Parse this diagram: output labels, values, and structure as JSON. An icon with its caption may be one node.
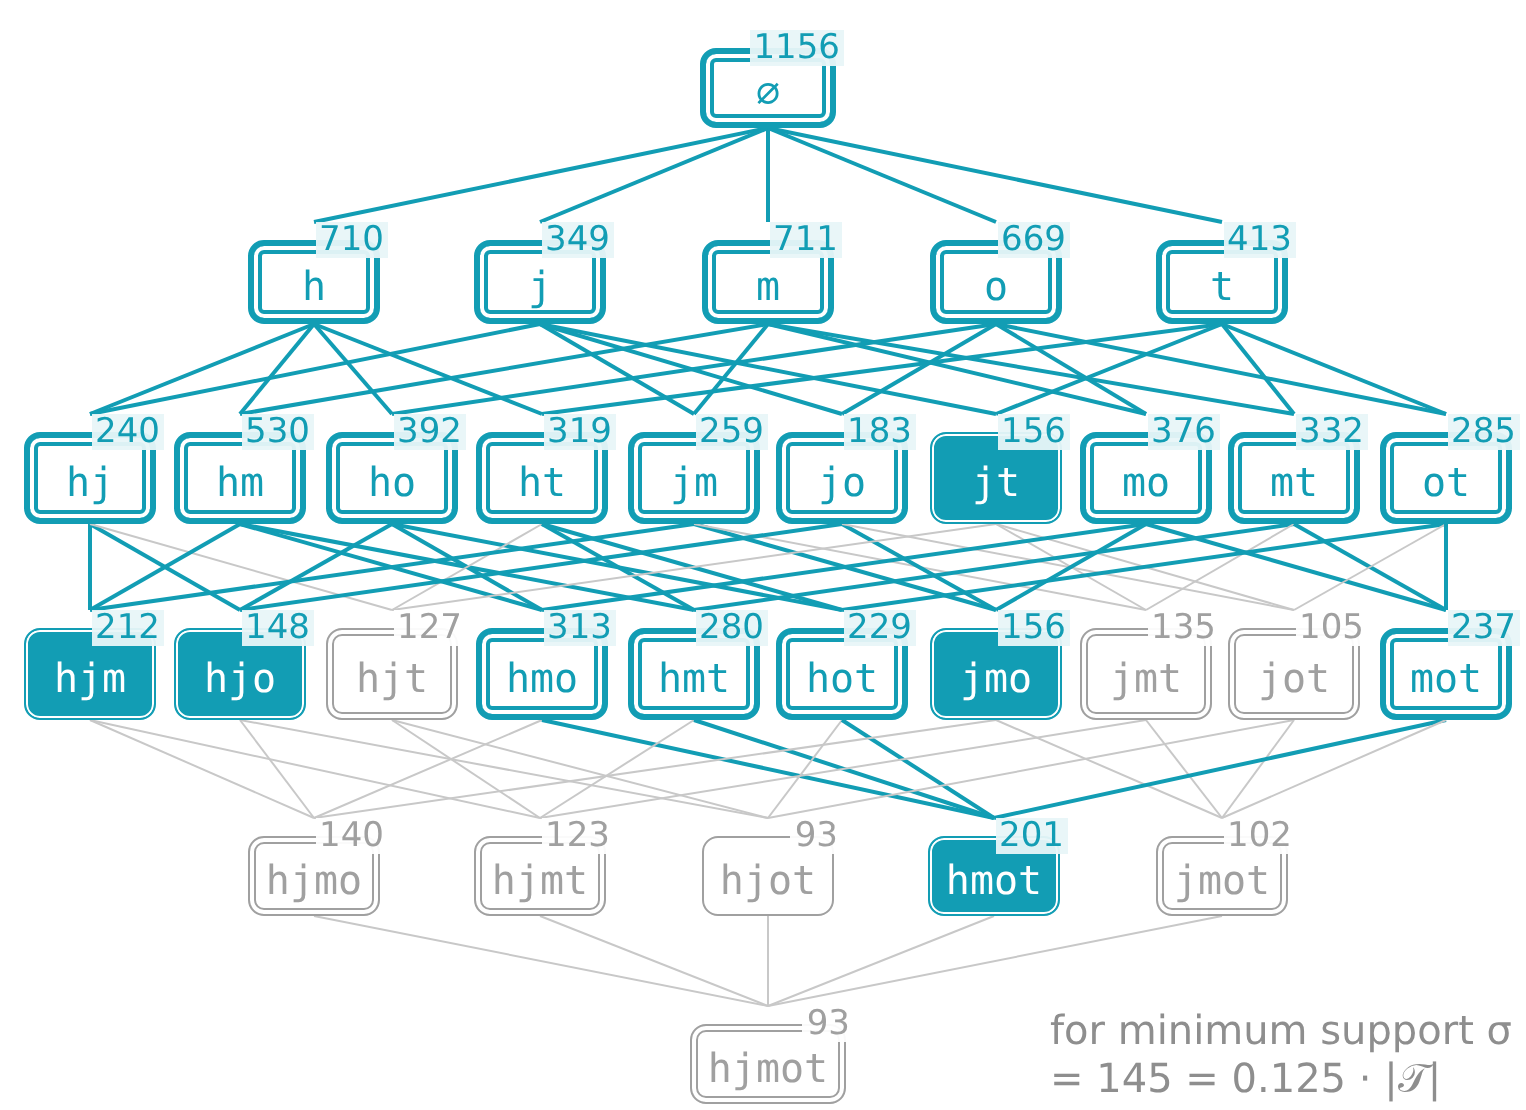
{
  "diagram": {
    "nodes": [
      {
        "text": [
          "1156",
          "∅"
        ]
      },
      {
        "text": [
          "710",
          "h"
        ]
      },
      {
        "text": [
          "349",
          "j"
        ]
      },
      {
        "text": [
          "711",
          "m"
        ]
      },
      {
        "text": [
          "669",
          "o"
        ]
      },
      {
        "text": [
          "413",
          "t"
        ]
      },
      {
        "text": [
          "240",
          "hj"
        ]
      },
      {
        "text": [
          "530",
          "hm"
        ]
      },
      {
        "text": [
          "392",
          "ho"
        ]
      },
      {
        "text": [
          "319",
          "ht"
        ]
      },
      {
        "text": [
          "259",
          "jm"
        ]
      },
      {
        "text": [
          "183",
          "jo"
        ]
      },
      {
        "text": [
          "156",
          "jt"
        ]
      },
      {
        "text": [
          "376",
          "mo"
        ]
      },
      {
        "text": [
          "332",
          "mt"
        ]
      },
      {
        "text": [
          "285",
          "ot"
        ]
      },
      {
        "text": [
          "212",
          "hjm"
        ]
      },
      {
        "text": [
          "148",
          "hjo"
        ]
      },
      {
        "text": [
          "127",
          "hjt"
        ]
      },
      {
        "text": [
          "313",
          "hmo"
        ]
      },
      {
        "text": [
          "280",
          "hmt"
        ]
      },
      {
        "text": [
          "229",
          "hot"
        ]
      },
      {
        "text": [
          "156",
          "jmo"
        ]
      },
      {
        "text": [
          "135",
          "jmt"
        ]
      },
      {
        "text": [
          "105",
          "jot"
        ]
      },
      {
        "text": [
          "237",
          "mot"
        ]
      },
      {
        "text": [
          "140",
          "hjmo"
        ]
      },
      {
        "text": [
          "123",
          "hjmt"
        ]
      },
      {
        "text": [
          "93",
          "hjot"
        ]
      },
      {
        "text": [
          "201",
          "hmot"
        ]
      },
      {
        "text": [
          "102",
          "jmot"
        ]
      },
      {
        "text": [
          "93",
          "hjmot"
        ]
      }
    ],
    "edges": [
      {
        "from": 0,
        "to": 1,
        "arrow": "none"
      },
      {
        "from": 0,
        "to": 2,
        "arrow": "none"
      },
      {
        "from": 0,
        "to": 3,
        "arrow": "none"
      },
      {
        "from": 0,
        "to": 4,
        "arrow": "none"
      },
      {
        "from": 0,
        "to": 5,
        "arrow": "none"
      },
      {
        "from": 1,
        "to": 6,
        "arrow": "none"
      },
      {
        "from": 1,
        "to": 7,
        "arrow": "none"
      },
      {
        "from": 1,
        "to": 8,
        "arrow": "none"
      },
      {
        "from": 1,
        "to": 9,
        "arrow": "none"
      },
      {
        "from": 2,
        "to": 6,
        "arrow": "none"
      },
      {
        "from": 2,
        "to": 10,
        "arrow": "none"
      },
      {
        "from": 2,
        "to": 11,
        "arrow": "none"
      },
      {
        "from": 2,
        "to": 12,
        "arrow": "none"
      },
      {
        "from": 3,
        "to": 7,
        "arrow": "none"
      },
      {
        "from": 3,
        "to": 10,
        "arrow": "none"
      },
      {
        "from": 3,
        "to": 13,
        "arrow": "none"
      },
      {
        "from": 3,
        "to": 14,
        "arrow": "none"
      },
      {
        "from": 4,
        "to": 8,
        "arrow": "none"
      },
      {
        "from": 4,
        "to": 11,
        "arrow": "none"
      },
      {
        "from": 4,
        "to": 13,
        "arrow": "none"
      },
      {
        "from": 4,
        "to": 15,
        "arrow": "none"
      },
      {
        "from": 5,
        "to": 9,
        "arrow": "none"
      },
      {
        "from": 5,
        "to": 12,
        "arrow": "none"
      },
      {
        "from": 5,
        "to": 14,
        "arrow": "none"
      },
      {
        "from": 5,
        "to": 15,
        "arrow": "none"
      },
      {
        "from": 6,
        "to": 16,
        "arrow": "none"
      },
      {
        "from": 6,
        "to": 17,
        "arrow": "none"
      },
      {
        "from": 6,
        "to": 18,
        "arrow": "none",
        "color": "#c8c8c8"
      },
      {
        "from": 7,
        "to": 16,
        "arrow": "none"
      },
      {
        "from": 7,
        "to": 19,
        "arrow": "none"
      },
      {
        "from": 7,
        "to": 20,
        "arrow": "none"
      },
      {
        "from": 8,
        "to": 17,
        "arrow": "none"
      },
      {
        "from": 8,
        "to": 19,
        "arrow": "none"
      },
      {
        "from": 8,
        "to": 21,
        "arrow": "none"
      },
      {
        "from": 9,
        "to": 18,
        "arrow": "none",
        "color": "#c8c8c8"
      },
      {
        "from": 9,
        "to": 20,
        "arrow": "none"
      },
      {
        "from": 9,
        "to": 21,
        "arrow": "none"
      },
      {
        "from": 10,
        "to": 16,
        "arrow": "none"
      },
      {
        "from": 10,
        "to": 22,
        "arrow": "none"
      },
      {
        "from": 10,
        "to": 23,
        "arrow": "none",
        "color": "#c8c8c8"
      },
      {
        "from": 11,
        "to": 17,
        "arrow": "none"
      },
      {
        "from": 11,
        "to": 22,
        "arrow": "none"
      },
      {
        "from": 11,
        "to": 24,
        "arrow": "none",
        "color": "#c8c8c8"
      },
      {
        "from": 12,
        "to": 18,
        "arrow": "none",
        "color": "#c8c8c8"
      },
      {
        "from": 12,
        "to": 23,
        "arrow": "none",
        "color": "#c8c8c8"
      },
      {
        "from": 12,
        "to": 24,
        "arrow": "none",
        "color": "#c8c8c8"
      },
      {
        "from": 13,
        "to": 19,
        "arrow": "none"
      },
      {
        "from": 13,
        "to": 22,
        "arrow": "none"
      },
      {
        "from": 13,
        "to": 25,
        "arrow": "none"
      },
      {
        "from": 14,
        "to": 20,
        "arrow": "none"
      },
      {
        "from": 14,
        "to": 23,
        "arrow": "none",
        "color": "#c8c8c8"
      },
      {
        "from": 14,
        "to": 25,
        "arrow": "none"
      },
      {
        "from": 15,
        "to": 21,
        "arrow": "none"
      },
      {
        "from": 15,
        "to": 24,
        "arrow": "none",
        "color": "#c8c8c8"
      },
      {
        "from": 15,
        "to": 25,
        "arrow": "none"
      },
      {
        "from": 16,
        "to": 26,
        "arrow": "none",
        "color": "#c8c8c8"
      },
      {
        "from": 16,
        "to": 27,
        "arrow": "none",
        "color": "#c8c8c8"
      },
      {
        "from": 17,
        "to": 26,
        "arrow": "none",
        "color": "#c8c8c8"
      },
      {
        "from": 17,
        "to": 28,
        "arrow": "none",
        "color": "#c8c8c8"
      },
      {
        "from": 18,
        "to": 27,
        "arrow": "none",
        "color": "#c8c8c8"
      },
      {
        "from": 18,
        "to": 28,
        "arrow": "none",
        "color": "#c8c8c8"
      },
      {
        "from": 19,
        "to": 26,
        "arrow": "none",
        "color": "#c8c8c8"
      },
      {
        "from": 19,
        "to": 29,
        "arrow": "none"
      },
      {
        "from": 20,
        "to": 27,
        "arrow": "none",
        "color": "#c8c8c8"
      },
      {
        "from": 20,
        "to": 29,
        "arrow": "none"
      },
      {
        "from": 21,
        "to": 28,
        "arrow": "none",
        "color": "#c8c8c8"
      },
      {
        "from": 21,
        "to": 29,
        "arrow": "none"
      },
      {
        "from": 22,
        "to": 26,
        "arrow": "none",
        "color": "#c8c8c8"
      },
      {
        "from": 22,
        "to": 30,
        "arrow": "none",
        "color": "#c8c8c8"
      },
      {
        "from": 23,
        "to": 27,
        "arrow": "none",
        "color": "#c8c8c8"
      },
      {
        "from": 23,
        "to": 30,
        "arrow": "none",
        "color": "#c8c8c8"
      },
      {
        "from": 24,
        "to": 28,
        "arrow": "none",
        "color": "#c8c8c8"
      },
      {
        "from": 24,
        "to": 30,
        "arrow": "none",
        "color": "#c8c8c8"
      },
      {
        "from": 25,
        "to": 29,
        "arrow": "none"
      },
      {
        "from": 25,
        "to": 30,
        "arrow": "none",
        "color": "#c8c8c8"
      },
      {
        "from": 26,
        "to": 31,
        "arrow": "none",
        "color": "#c8c8c8"
      },
      {
        "from": 27,
        "to": 31,
        "arrow": "none",
        "color": "#c8c8c8"
      },
      {
        "from": 28,
        "to": 31,
        "arrow": "none",
        "color": "#c8c8c8"
      },
      {
        "from": 29,
        "to": 31,
        "arrow": "none",
        "color": "#c8c8c8"
      },
      {
        "from": 30,
        "to": 31,
        "arrow": "none",
        "color": "#c8c8c8"
      }
    ],
    "labels": [
      "for minimum support σ = 145 = 0.125 · |𝒯|"
    ]
  }
}
